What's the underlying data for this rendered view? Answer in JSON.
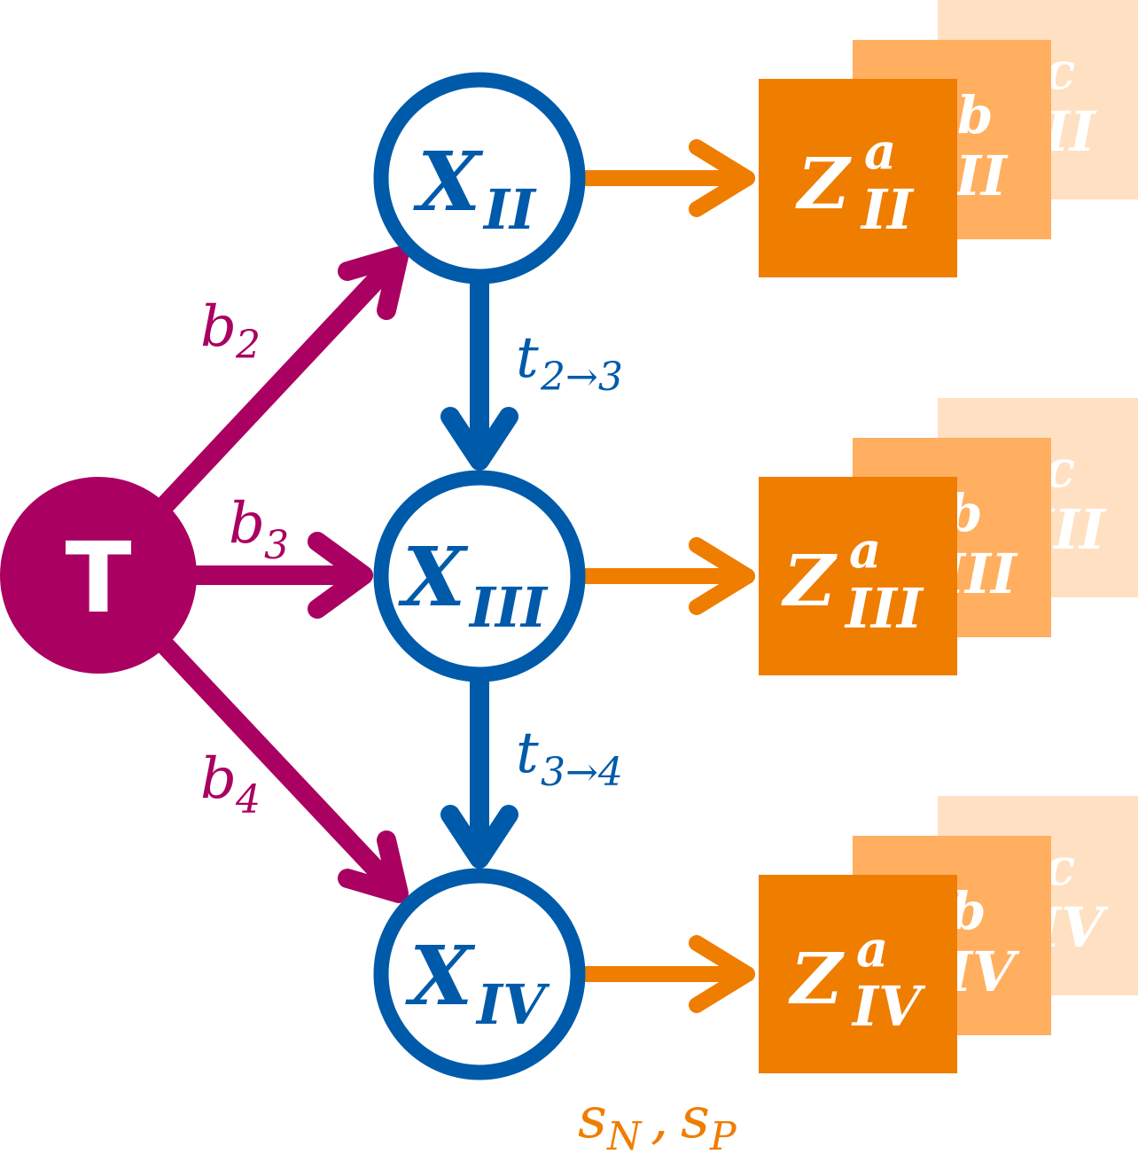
{
  "nodes": {
    "t": {
      "label": "T"
    },
    "x2": {
      "main": "X",
      "sub": "II"
    },
    "x3": {
      "main": "X",
      "sub": "III"
    },
    "x4": {
      "main": "X",
      "sub": "IV"
    }
  },
  "edges": {
    "b2": {
      "main": "b",
      "sub": "2"
    },
    "b3": {
      "main": "b",
      "sub": "3"
    },
    "b4": {
      "main": "b",
      "sub": "4"
    },
    "t23": {
      "main": "t",
      "sub": "2→3"
    },
    "t34": {
      "main": "t",
      "sub": "3→4"
    }
  },
  "stacks": {
    "z2": {
      "main": "Z",
      "sub": "II",
      "sup_a": "a",
      "sup_b": "b",
      "sup_c": "c"
    },
    "z3": {
      "main": "Z",
      "sub": "III",
      "sup_a": "a",
      "sup_b": "b",
      "sup_c": "c"
    },
    "z4": {
      "main": "Z",
      "sub": "IV",
      "sup_a": "a",
      "sup_b": "b",
      "sup_c": "c"
    }
  },
  "footer": {
    "s": "s",
    "sub_n": "N",
    "comma": ",",
    "s2": "s",
    "sub_p": "P"
  },
  "colors": {
    "magenta": "#AA0061",
    "blue": "#005AAA",
    "orange": "#EF7D00",
    "orange_mid": "#FFAF5F",
    "orange_light": "#FFE0C2"
  }
}
